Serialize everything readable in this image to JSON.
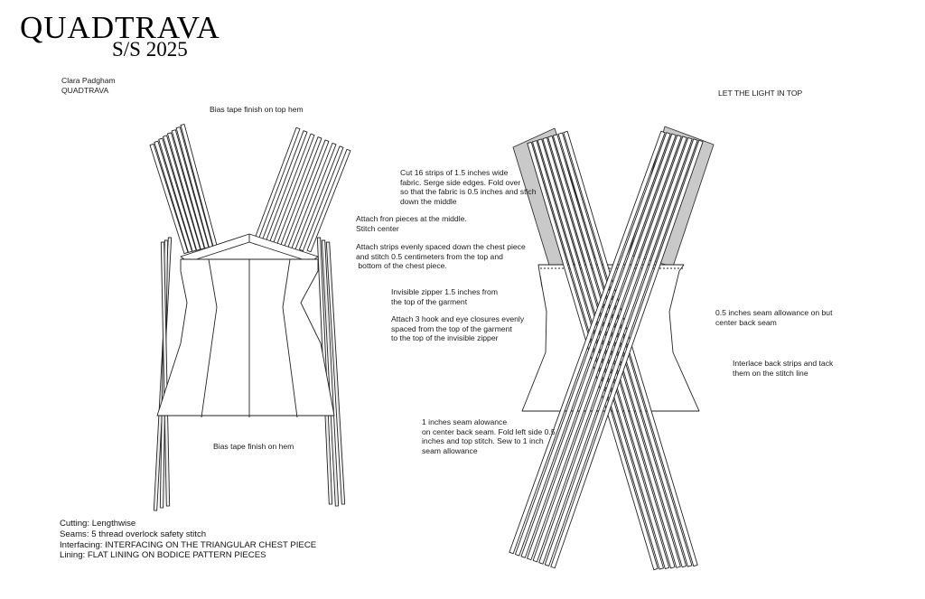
{
  "header": {
    "brand": "QUADTRAVA",
    "season": "S/S 2025"
  },
  "designer": {
    "name": "Clara Padgham",
    "label": "QUADTRAVA"
  },
  "front_view": {
    "top_note": "Bias tape finish on top hem",
    "hem_note": "Bias tape finish on hem"
  },
  "back_view": {
    "title": "LET THE LIGHT IN TOP"
  },
  "instructions": {
    "strips": "Cut 16 strips of 1.5 inches wide\nfabric. Serge side edges. Fold over\nso that the fabric is 0.5 inches and stich\ndown the middle",
    "front_pieces": "Attach fron pieces at the middle.\nStitch center",
    "attach_strips": "Attach strips evenly spaced down the chest piece\nand stitch 0.5 centimeters from the top and\n bottom of the chest piece.",
    "zipper": "Invisible zipper 1.5 inches from\nthe top of the garment",
    "hooks": "Attach 3 hook and eye closures evenly\nspaced from the top of the garment\nto the top of the invisible zipper",
    "seam_allowance": "1 inches seam alowance\non center back seam. Fold left side 0.5\ninches and top stitch. Sew to 1 inch\nseam allowance",
    "back_seam": "0.5 inches seam allowance on but\ncenter back seam",
    "interlace": "Interlace back strips and tack\nthem on the stitch line"
  },
  "specs": [
    "Cutting: Lengthwise",
    "Seams: 5 thread overlock safety stitch",
    "Interfacing: INTERFACING ON THE TRIANGULAR CHEST PIECE",
    "Lining: FLAT LINING ON BODICE PATTERN PIECES"
  ]
}
